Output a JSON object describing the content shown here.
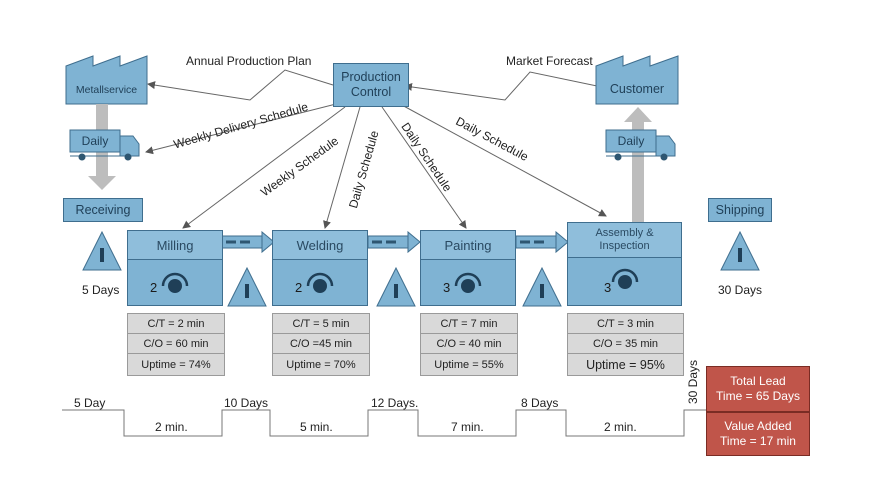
{
  "production_control": {
    "line1": "Production",
    "line2": "Control"
  },
  "supplier": {
    "label": "Metallservice"
  },
  "customer": {
    "label": "Customer"
  },
  "trucks": {
    "left": "Daily",
    "right": "Daily"
  },
  "receiving": "Receiving",
  "shipping": "Shipping",
  "flow_labels": {
    "annual_plan": "Annual Production Plan",
    "market_forecast": "Market Forecast",
    "weekly_delivery": "Weekly Delivery Schedule",
    "weekly_schedule": "Weekly Schedule",
    "daily_schedule_1": "Daily Schedule",
    "daily_schedule_2": "Daily Schedule",
    "daily_schedule_3": "Daily Schedule"
  },
  "processes": [
    {
      "title": "Milling",
      "operators": "2",
      "data": [
        "C/T = 2 min",
        "C/O = 60 min",
        "Uptime = 74%"
      ]
    },
    {
      "title": "Welding",
      "operators": "2",
      "data": [
        "C/T = 5 min",
        "C/O =45 min",
        "Uptime = 70%"
      ]
    },
    {
      "title": "Painting",
      "operators": "3",
      "data": [
        "C/T = 7 min",
        "C/O = 40 min",
        "Uptime = 55%"
      ]
    },
    {
      "title_line1": "Assembly &",
      "title_line2": "Inspection",
      "operators": "3",
      "data": [
        "C/T  = 3 min",
        "C/O = 35 min",
        "Uptime = 95%"
      ]
    }
  ],
  "inventory": {
    "start_days": "5 Days",
    "end_days": "30 Days"
  },
  "timeline": {
    "waits": [
      "5 Day",
      "10 Days",
      "12 Days.",
      "8 Days",
      "30 Days"
    ],
    "process_times": [
      "2 min.",
      "5 min.",
      "7 min.",
      "2 min."
    ]
  },
  "summary": {
    "lead_line1": "Total Lead",
    "lead_line2": "Time = 65 Days",
    "va_line1": "Value Added",
    "va_line2": "Time = 17 min"
  },
  "colors": {
    "box_fill": "#7fb3d3",
    "box_border": "#3f6e8e",
    "summary_red": "#c0554a"
  }
}
